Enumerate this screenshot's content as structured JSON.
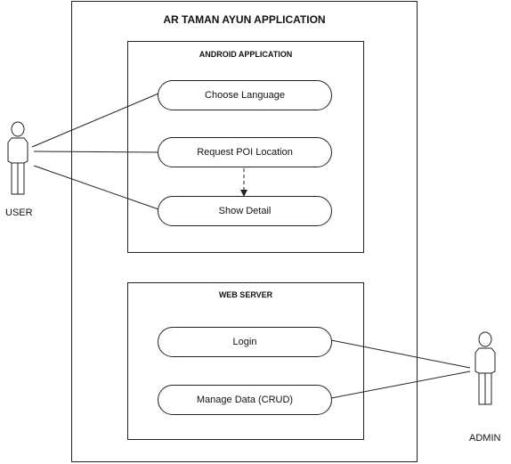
{
  "system": {
    "title": "AR TAMAN AYUN APPLICATION"
  },
  "android": {
    "title": "ANDROID APPLICATION",
    "use_cases": {
      "choose_language": "Choose Language",
      "request_poi": "Request POI Location",
      "show_detail": "Show Detail"
    }
  },
  "web_server": {
    "title": "WEB SERVER",
    "use_cases": {
      "login": "Login",
      "manage_data": "Manage Data (CRUD)"
    }
  },
  "actors": {
    "user": "USER",
    "admin": "ADMIN"
  },
  "colors": {
    "line": "#222222",
    "background": "#ffffff"
  },
  "icons": {
    "actor": "stick-figure-actor-icon"
  }
}
